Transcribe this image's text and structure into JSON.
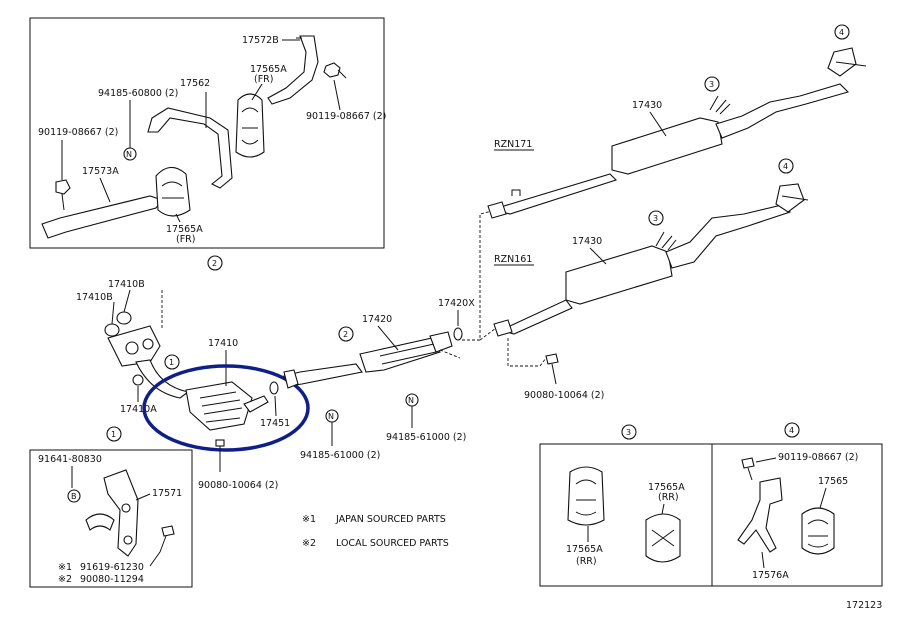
{
  "figure_number": "172123",
  "notes": [
    {
      "mark": "※1",
      "text": "JAPAN SOURCED PARTS"
    },
    {
      "mark": "※2",
      "text": "LOCAL SOURCED PARTS"
    }
  ],
  "variants": {
    "upper": "RZN171",
    "lower": "RZN161"
  },
  "callouts": [
    "1",
    "2",
    "3",
    "4"
  ],
  "parts": {
    "p17572B": "17572B",
    "p17565A_fr_top": "17565A",
    "fr1": "(FR)",
    "p90119_top": "90119-08667 (2)",
    "p94185_60800": "94185-60800 (2)",
    "p17562": "17562",
    "p90119_left": "90119-08667 (2)",
    "p17573A": "17573A",
    "p17565A_fr_bot": "17565A",
    "fr2": "(FR)",
    "p17410B": "17410B",
    "p17410B_2": "17410B",
    "p17410": "17410",
    "p17410A": "17410A",
    "p17451": "17451",
    "p90080_main": "90080-10064 (2)",
    "p94185_61000_a": "94185-61000 (2)",
    "p17420": "17420",
    "p94185_61000_b": "94185-61000 (2)",
    "p17420X": "17420X",
    "p90080_right": "90080-10064 (2)",
    "p17430_top": "17430",
    "p17430_bot": "17430",
    "p91641": "91641-80830",
    "p17571": "17571",
    "p91619": "91619-61230",
    "p90080_11294": "90080-11294",
    "p17565A_rr_l": "17565A",
    "rr_l": "(RR)",
    "p17565A_rr_r": "17565A",
    "rr_r": "(RR)",
    "p90119_box4": "90119-08667 (2)",
    "p17565_box4": "17565",
    "p17576A": "17576A"
  },
  "markers": {
    "n": "N",
    "b": "B"
  },
  "note_marks": {
    "m1": "※1",
    "m2": "※2"
  }
}
